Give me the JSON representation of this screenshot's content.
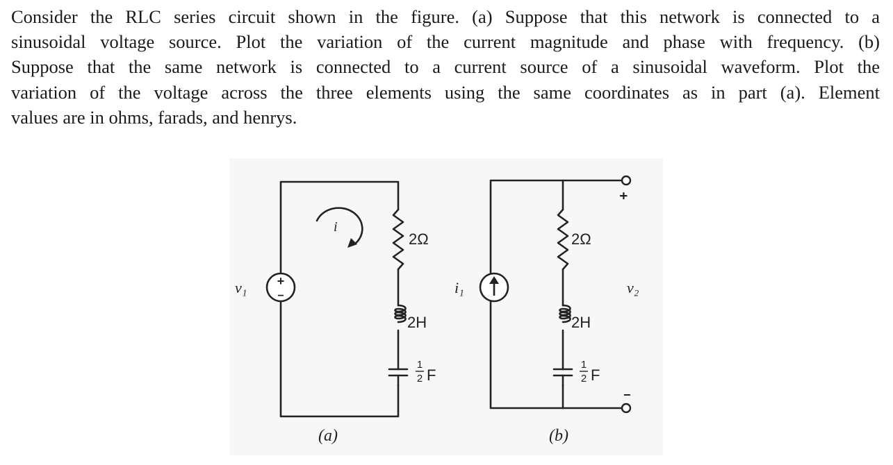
{
  "problem": {
    "lines": [
      "Consider the RLC series circuit shown in the figure. (a) Suppose that this network is connected to a",
      "sinusoidal voltage source. Plot the variation of the current magnitude and phase with frequency. (b)",
      "Suppose that the same network is connected to a current source of a sinusoidal waveform. Plot the",
      "variation of the voltage across the three elements using the same coordinates as in part (a). Element",
      "values are in ohms, farads, and henrys."
    ]
  },
  "figure": {
    "circuit_a": {
      "caption": "(a)",
      "source_label": "v₁",
      "source_plus": "+",
      "source_minus": "−",
      "current_label": "i",
      "resistor": "2Ω",
      "inductor": "2H",
      "capacitor_num": "1",
      "capacitor_den": "2",
      "capacitor_unit": "F"
    },
    "circuit_b": {
      "caption": "(b)",
      "source_label": "i₁",
      "resistor": "2Ω",
      "inductor": "2H",
      "capacitor_num": "1",
      "capacitor_den": "2",
      "capacitor_unit": "F",
      "output_label": "v₂",
      "terminal_plus": "+",
      "terminal_minus": "−"
    }
  }
}
